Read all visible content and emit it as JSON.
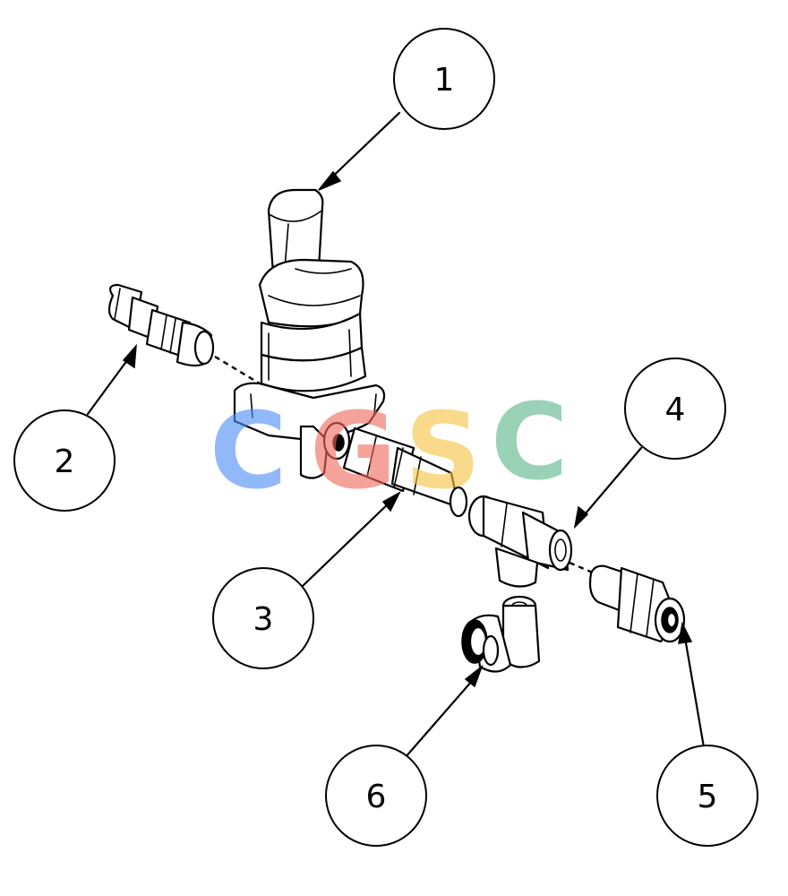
{
  "diagram": {
    "callouts": [
      {
        "id": "1",
        "label": "1"
      },
      {
        "id": "2",
        "label": "2"
      },
      {
        "id": "3",
        "label": "3"
      },
      {
        "id": "4",
        "label": "4"
      },
      {
        "id": "5",
        "label": "5"
      },
      {
        "id": "6",
        "label": "6"
      }
    ]
  },
  "watermark": {
    "letters": [
      "C",
      "G",
      "S",
      "C"
    ],
    "colors": [
      "#4f8df5",
      "#ef6a5d",
      "#f6c444",
      "#5cb78a"
    ]
  }
}
